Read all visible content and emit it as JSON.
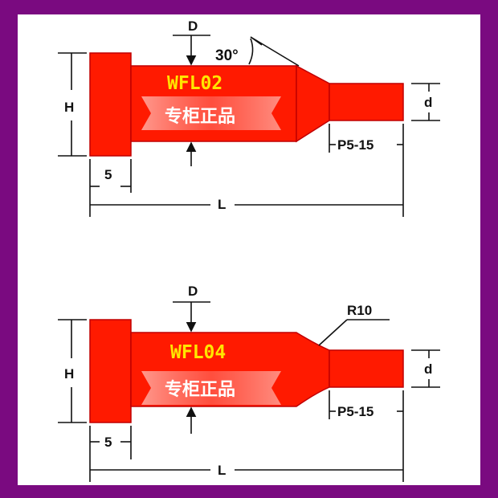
{
  "colors": {
    "frame": "#7a0a80",
    "panel": "#ffffff",
    "part": "#ff1a00",
    "part_edge": "#c00000",
    "ink": "#111111",
    "model_text": "#ffe600"
  },
  "diagram1": {
    "model": "WFL02",
    "badge": "专柜正品",
    "labels": {
      "D": "D",
      "angle": "30°",
      "H": "H",
      "d": "d",
      "head_width": "5",
      "pitch": "P5-15",
      "L": "L"
    }
  },
  "diagram2": {
    "model": "WFL04",
    "badge": "专柜正品",
    "labels": {
      "D": "D",
      "radius": "R10",
      "H": "H",
      "d": "d",
      "head_width": "5",
      "pitch": "P5-15",
      "L": "L"
    }
  }
}
